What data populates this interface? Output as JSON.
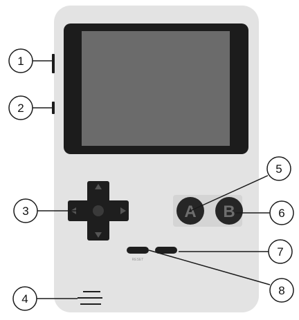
{
  "device": {
    "buttons": {
      "a_label": "A",
      "b_label": "B",
      "reset_label": "RESET"
    }
  },
  "callouts": [
    {
      "number": "1"
    },
    {
      "number": "2"
    },
    {
      "number": "3"
    },
    {
      "number": "4"
    },
    {
      "number": "5"
    },
    {
      "number": "6"
    },
    {
      "number": "7"
    },
    {
      "number": "8"
    }
  ],
  "colors": {
    "body": "#e3e3e3",
    "bezel": "#1c1c1c",
    "screen": "#6b6b6b",
    "dpad": "#1e1e1e",
    "dpad_arrow": "#555555",
    "dpad_center": "#3a3a3a",
    "buttons": "#262626",
    "button_letter": "#6e6e6e",
    "callout_stroke": "#1a1a1a"
  }
}
